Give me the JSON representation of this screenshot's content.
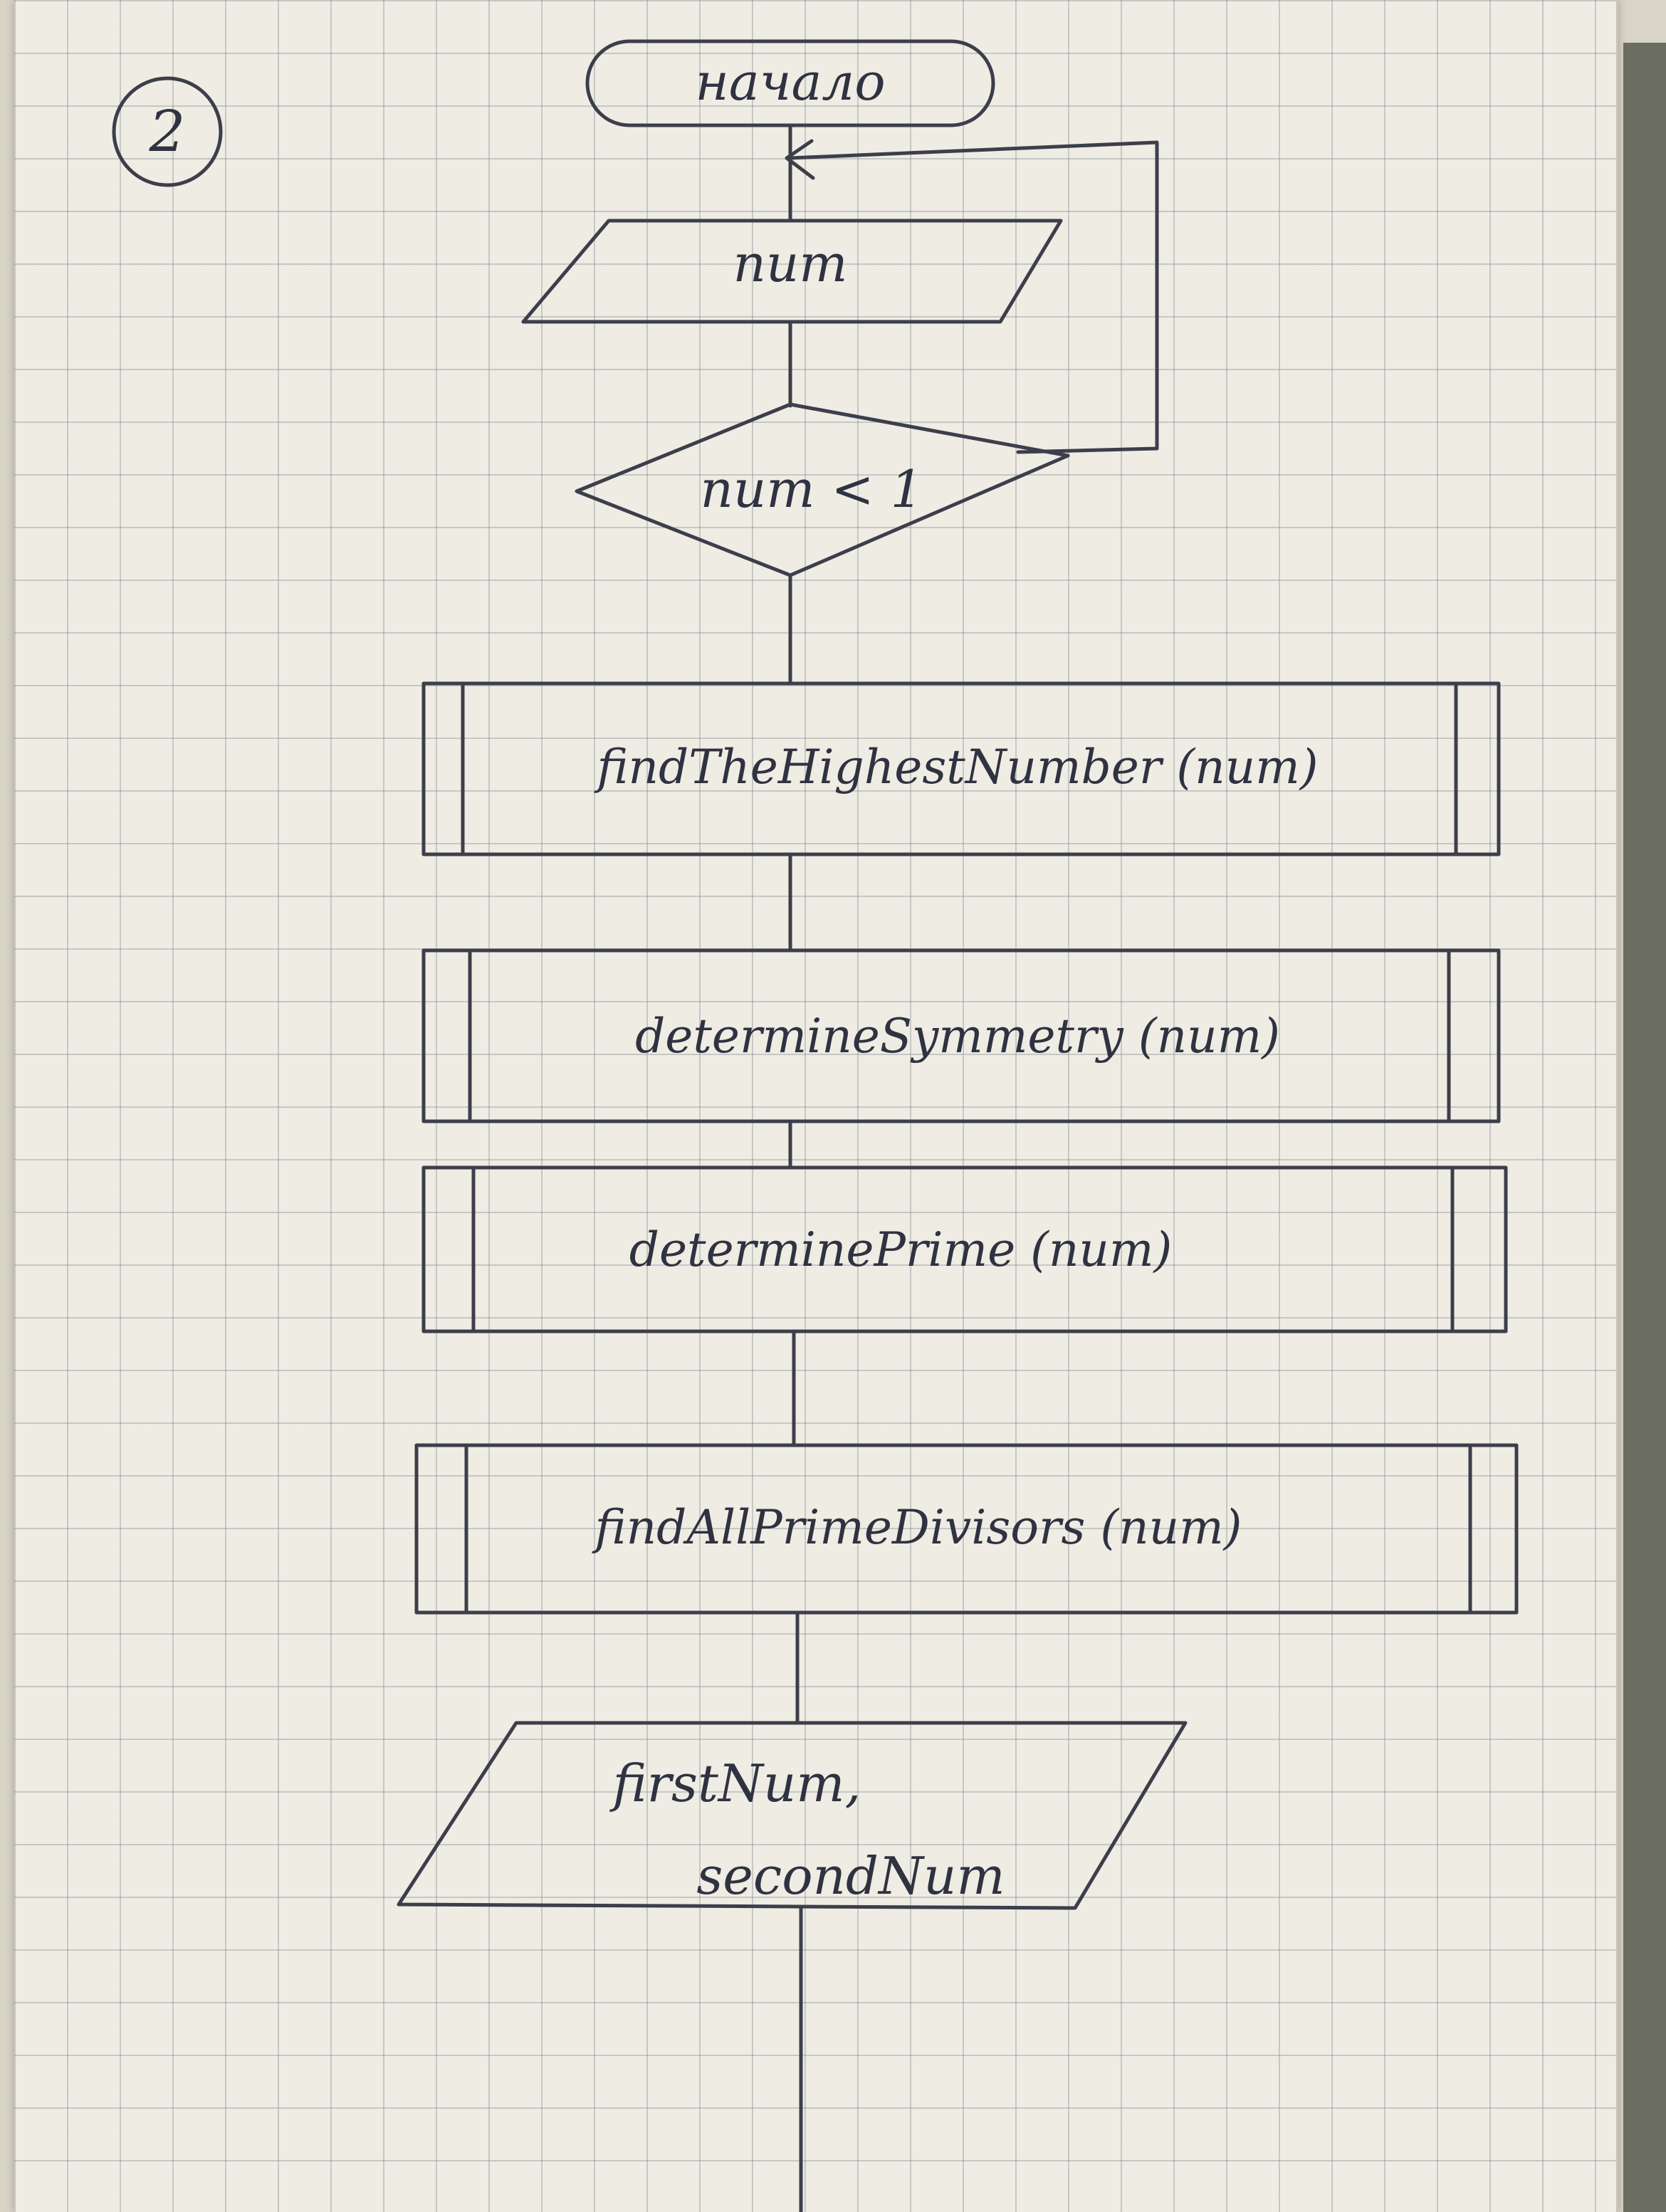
{
  "page_number": "2",
  "nodes": {
    "start": "начало",
    "input_num": "num",
    "decision": "num < 1",
    "proc1": "findTheHighestNumber (num)",
    "proc2": "determineSymmetry (num)",
    "proc3": "determinePrime (num)",
    "proc4": "findAllPrimeDivisors (num)",
    "input2_line1": "firstNum,",
    "input2_line2": "secondNum"
  }
}
